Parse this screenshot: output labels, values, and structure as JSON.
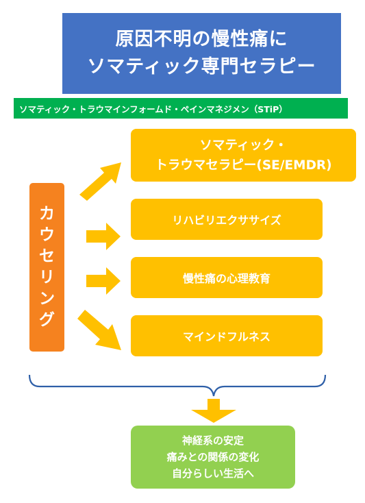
{
  "header": {
    "title_line1": "原因不明の慢性痛に",
    "title_line2": "ソマティック専門セラピー",
    "subtitle": "ソマティック・トラウマインフォームド・ペインマネジメン（STiP）"
  },
  "counseling": {
    "chars": [
      "カ",
      "ウ",
      "セ",
      "リ",
      "ン",
      "グ"
    ]
  },
  "methods": {
    "somatic_line1": "ソマティック・",
    "somatic_line2": "トラウマセラピー(SE/EMDR)",
    "rehab": "リハビリエクササイズ",
    "education": "慢性痛の心理教育",
    "mindfulness": "マインドフルネス"
  },
  "outcome": {
    "line1": "神経系の安定",
    "line2": "痛みとの関係の変化",
    "line3": "自分らしい生活へ"
  },
  "colors": {
    "title_bg": "#4472C4",
    "subtitle_bg": "#00B050",
    "counseling_bg": "#F5821F",
    "method_bg": "#FFC000",
    "outcome_bg": "#92D050",
    "bracket": "#2E5FA8"
  }
}
